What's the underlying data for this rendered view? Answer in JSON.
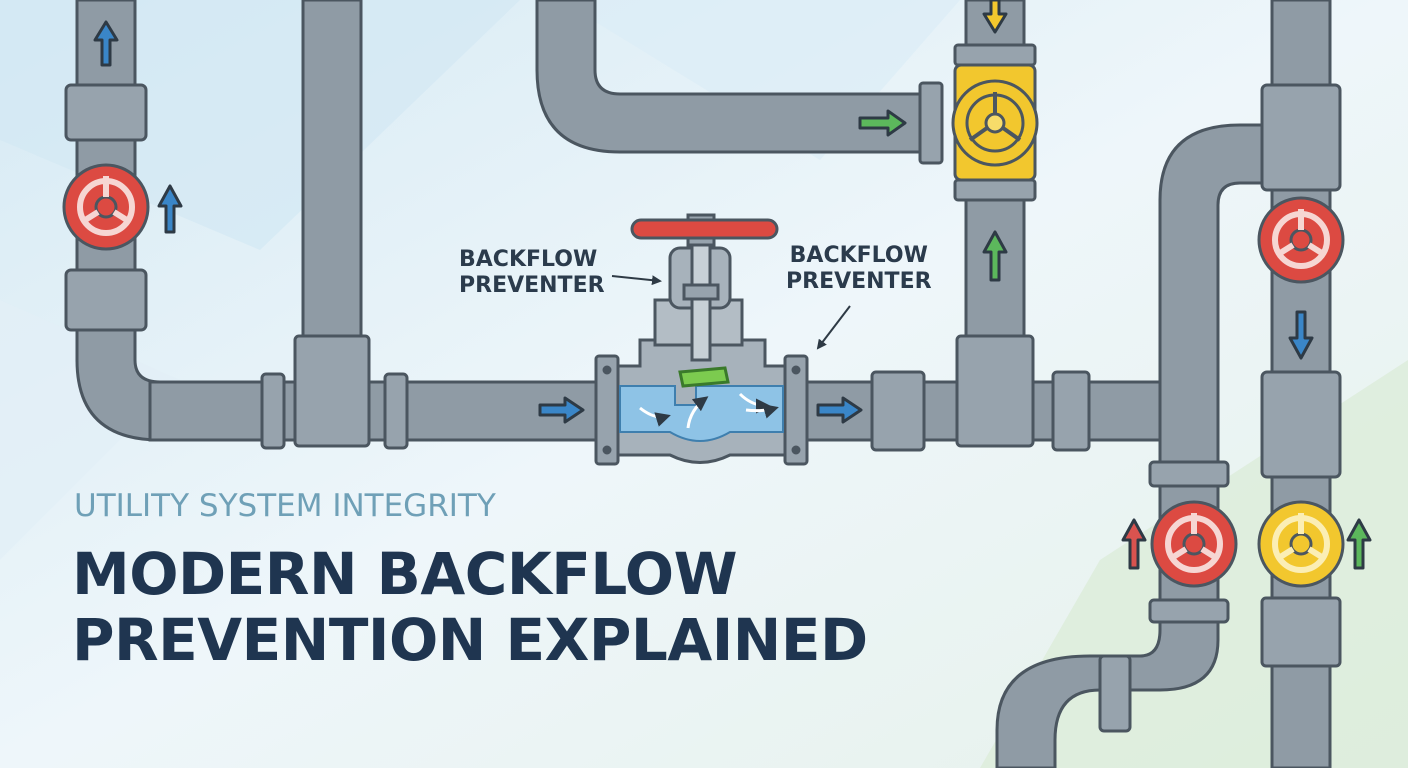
{
  "callouts": {
    "left_line1": "BACKFLOW",
    "left_line2": "PREVENTER",
    "right_line1": "BACKFLOW",
    "right_line2": "PREVENTER"
  },
  "headline": {
    "eyebrow": "UTILITY SYSTEM INTEGRITY",
    "title_line1": "MODERN BACKFLOW",
    "title_line2": "PREVENTION EXPLAINED"
  },
  "colors": {
    "background": "#e9f3f8",
    "pipe": "#8f9ba5",
    "pipe_outline": "#4b5660",
    "red_valve": "#dc4a42",
    "yellow_valve": "#f2c72e",
    "water": "#8ec3e6",
    "arrow_blue": "#3a86c8",
    "arrow_green": "#5cb85c",
    "arrow_red": "#d9534f",
    "eyebrow_text": "#6fa0b7",
    "title_text": "#1f3550"
  },
  "icons": [
    "red-handwheel-icon",
    "yellow-handwheel-icon",
    "flow-arrow-icon",
    "gate-valve-icon"
  ]
}
